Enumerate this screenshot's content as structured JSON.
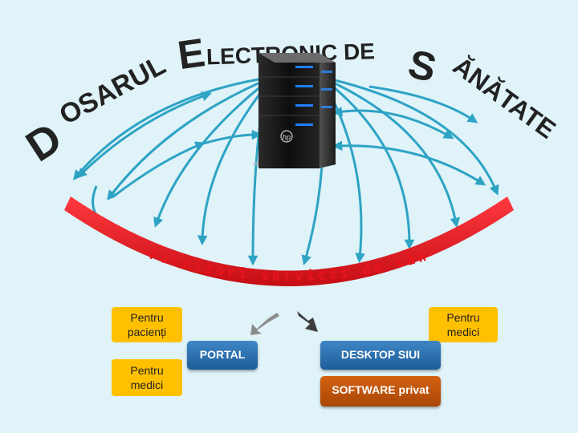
{
  "title": {
    "word1": "DOSARUL",
    "word2": "ELECTRONIC DE",
    "word3": "SĂNĂTATE"
  },
  "arc_label": "Furnizori servicii de sănătate",
  "left_boxes": {
    "patients": [
      "Pentru",
      "pacienți"
    ],
    "doctors": [
      "Pentru",
      "medici"
    ]
  },
  "right_box": [
    "Pentru",
    "medici"
  ],
  "buttons": {
    "portal": "PORTAL",
    "desktop": "DESKTOP SIUI",
    "software": "SOFTWARE privat"
  },
  "server": {
    "brand": "hp"
  },
  "colors": {
    "title": "#222222",
    "arc_red": "#e8141c",
    "arrow_teal": "#2ea3c4",
    "box_yellow": "#ffc000",
    "portal_blue": "#2a72b3",
    "software_orange": "#c0530b",
    "background": "#dff3f9"
  }
}
